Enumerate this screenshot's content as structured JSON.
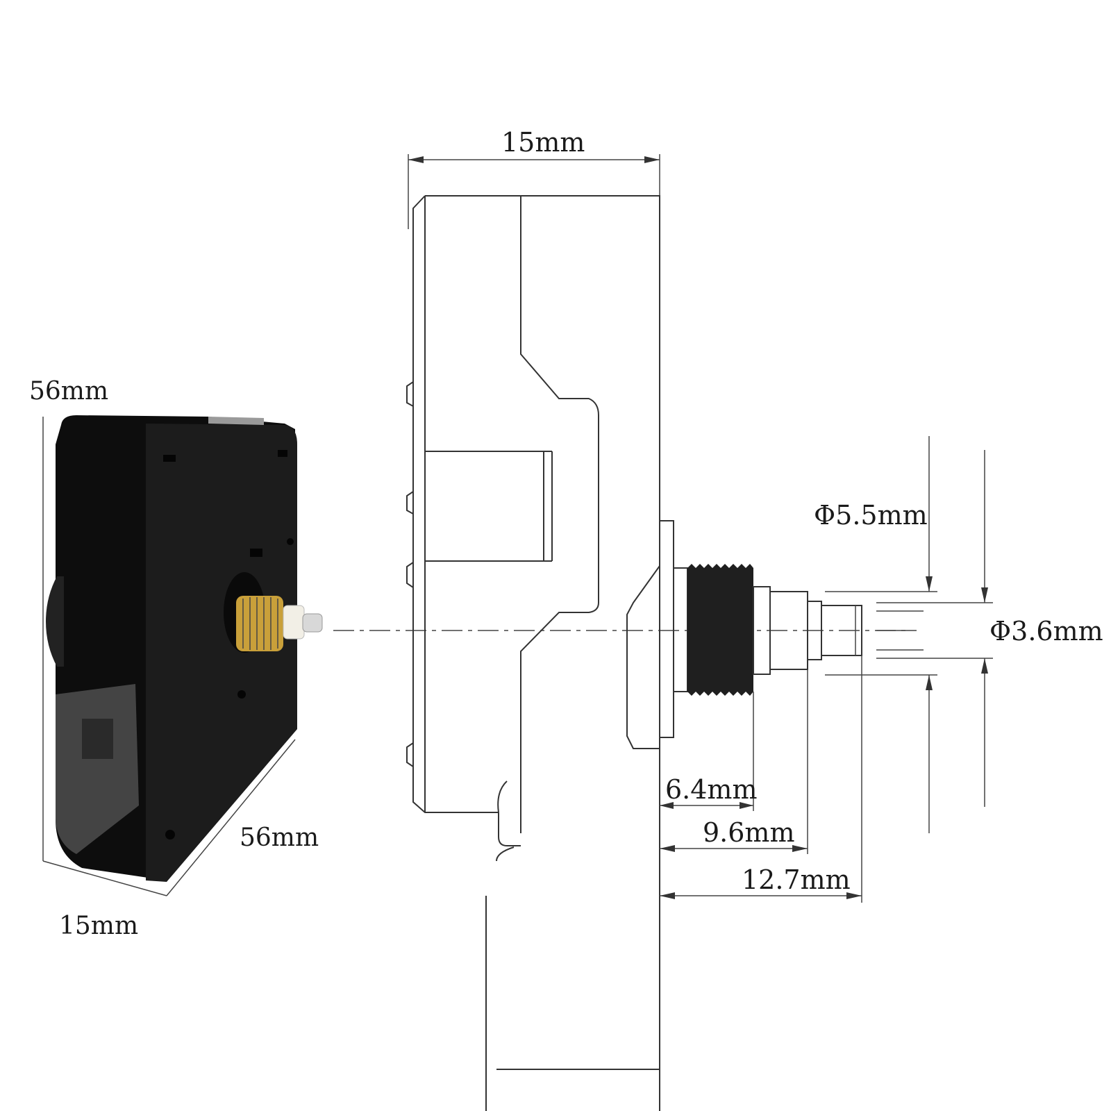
{
  "labels": {
    "photo_height": "56mm",
    "photo_width": "56mm",
    "photo_depth": "15mm",
    "body_depth": "15mm",
    "shaft_dia_outer": "Φ5.5mm",
    "shaft_dia_inner": "Φ3.6mm",
    "len_1": "6.4mm",
    "len_2": "9.6mm",
    "len_3": "12.7mm"
  },
  "colors": {
    "housing": "#161616",
    "brass": "#c9a03a",
    "line": "#333333",
    "background": "#ffffff"
  }
}
